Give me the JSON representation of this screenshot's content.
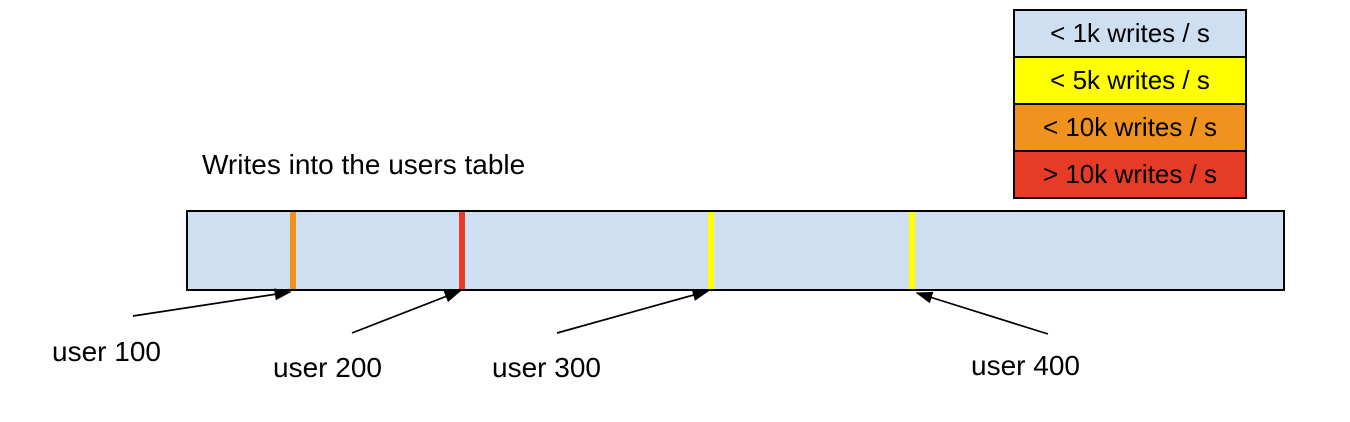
{
  "title": "Writes into the users table",
  "colors": {
    "bar_fill": "#cfdff2",
    "light_blue": "#cfdff2",
    "yellow": "#ffff00",
    "orange": "#f0921e",
    "red": "#e63c26",
    "border": "#000000"
  },
  "legend": {
    "items": [
      {
        "label": "< 1k writes / s",
        "color": "#cfdff2"
      },
      {
        "label": "< 5k writes / s",
        "color": "#ffff00"
      },
      {
        "label": "< 10k writes / s",
        "color": "#f0921e"
      },
      {
        "label": "> 10k writes / s",
        "color": "#e63c26"
      }
    ]
  },
  "bar": {
    "fill": "#cfdff2"
  },
  "markers": [
    {
      "label": "user 100",
      "color": "#f0921e"
    },
    {
      "label": "user 200",
      "color": "#e63c26"
    },
    {
      "label": "user 300",
      "color": "#ffff00"
    },
    {
      "label": "user 400",
      "color": "#ffff00"
    }
  ]
}
